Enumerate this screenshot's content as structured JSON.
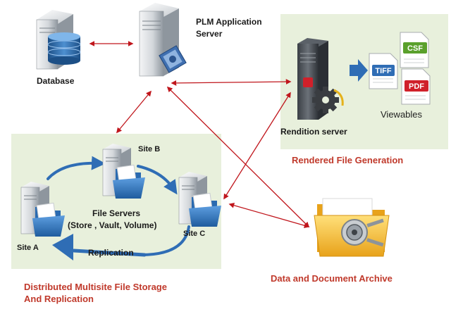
{
  "labels": {
    "database": "Database",
    "plm_server_line1": "PLM Application",
    "plm_server_line2": "Server",
    "rendition_server": "Rendition server",
    "viewables": "Viewables",
    "site_a": "Site A",
    "site_b": "Site B",
    "site_c": "Site C",
    "file_servers_line1": "File Servers",
    "file_servers_line2": "(Store , Vault, Volume)",
    "replication": "Replication"
  },
  "file_badges": [
    "CSF",
    "TIFF",
    "PDF"
  ],
  "captions": {
    "rendered_file_generation": "Rendered File Generation",
    "multisite_line1": "Distributed Multisite File Storage",
    "multisite_line2": "And Replication",
    "archive": "Data and Document Archive"
  },
  "colors": {
    "panel_fill": "#e8f0dc",
    "connector_red": "#c0161c",
    "caption_red": "#c0392b",
    "replication_blue": "#2f6db5",
    "folder_blue": "#2d6fb8",
    "server_gray": "#9aa3ab"
  }
}
